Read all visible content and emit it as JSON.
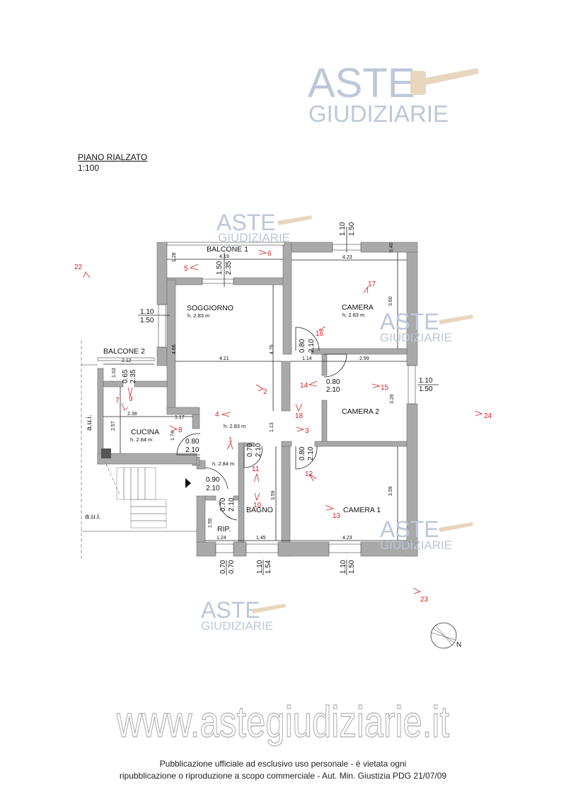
{
  "watermark": {
    "line1": "ASTE",
    "line2": "GIUDIZIARIE",
    "url": "www.astegiudiziarie.it"
  },
  "plan": {
    "title": "PIANO RIALZATO",
    "scale": "1:100"
  },
  "rooms": {
    "balcone1": "BALCONE 1",
    "balcone2": "BALCONE 2",
    "soggiorno": "SOGGIORNO",
    "soggiorno_h": "h. 2.83 m",
    "camera": "CAMERA",
    "camera_h": "h. 2.83 m",
    "camera2": "CAMERA 2",
    "cucina": "CUCINA",
    "cucina_h": "h. 2.84 m",
    "disimpegno_h": "h. 2.83 m",
    "ingresso_h": "h. 2.84 m",
    "bagno": "BAGNO",
    "camera1": "CAMERA 1",
    "rip": "RIP.",
    "aui1": "a.u.i.",
    "aui2": "a.u.i."
  },
  "dimensions": {
    "b1_w": "4.19",
    "b1_h": "1.28",
    "b1_win_a": "1.50",
    "b1_win_b": "2.35",
    "cam_w": "4.23",
    "cam_h": "3.60",
    "cam_top": "0.40",
    "cam_win_a": "1.10",
    "cam_win_b": "1.50",
    "sog_win_a": "1.10",
    "sog_win_b": "1.50",
    "sog_l": "4.66",
    "sog_r": "4.76",
    "sog_w": "4.21",
    "door_cam_a": "0.80",
    "door_cam_b": "2.10",
    "corr_w": "1.14",
    "cam2_w": "2.99",
    "cam2_h": "3.29",
    "b2_w": "2.12",
    "b2_h": "1.03",
    "b2_win_a": "0.65",
    "b2_win_b": "2.35",
    "cuc_w": "2.38",
    "cuc_h": "2.57",
    "cuc_nook": "1.17",
    "cuc_side": "1.74",
    "door_cuc_a": "0.80",
    "door_cuc_b": "2.10",
    "door_c2_a": "0.80",
    "door_c2_b": "2.10",
    "corr_h": "1.13",
    "door_bag_a": "0.70",
    "door_bag_b": "2.10",
    "door_c1_a": "0.80",
    "door_c1_b": "2.10",
    "door_in_a": "0.90",
    "door_in_b": "2.10",
    "door_rip_a": "0.70",
    "door_rip_b": "2.10",
    "rip_h": "1.55",
    "rip_w": "1.24",
    "bag_w": "1.45",
    "bag_h": "3.59",
    "c1_w": "4.23",
    "c1_h": "3.59",
    "win_rip_a": "0.70",
    "win_rip_b": "0.70",
    "win_bag_a": "1.10",
    "win_bag_b": "1.54",
    "win_c1_a": "1.10",
    "win_c1_b": "1.50",
    "c2_win_a": "1.10",
    "c2_win_b": "1.50"
  },
  "photo_markers": [
    "1",
    "2",
    "3",
    "4",
    "5",
    "6",
    "7",
    "8",
    "9",
    "10",
    "11",
    "12",
    "13",
    "14",
    "15",
    "16",
    "17",
    "18",
    "22",
    "23",
    "24"
  ],
  "compass": {
    "label": "N"
  },
  "footer": {
    "line1": "Pubblicazione ufficiale ad esclusivo uso personale - è vietata ogni",
    "line2": "ripubblicazione o riproduzione a scopo commerciale - Aut. Min. Giustizia PDG 21/07/09"
  }
}
